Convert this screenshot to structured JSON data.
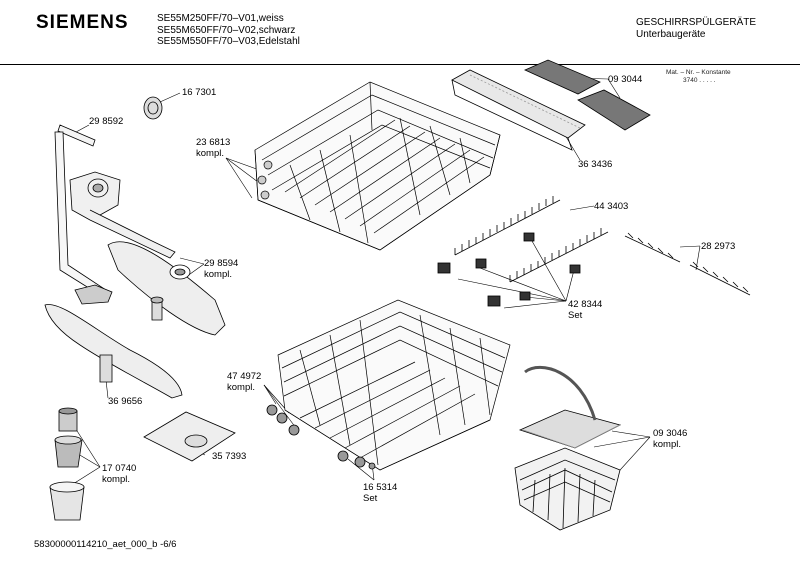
{
  "header": {
    "brand": "SIEMENS",
    "models": [
      "SE55M250FF/70–V01,weiss",
      "SE55M650FF/70–V02,schwarz",
      "SE55M550FF/70–V03,Edelstahl"
    ],
    "category": "GESCHIRRSPÜLGERÄTE",
    "subcategory": "Unterbaugeräte"
  },
  "constants": {
    "label": "Mat. – Nr. – Konstante",
    "value": "3740  .  .  .  .  ."
  },
  "parts": [
    {
      "number": "16 7301",
      "note": ""
    },
    {
      "number": "29 8592",
      "note": ""
    },
    {
      "number": "23 6813",
      "note": "kompl."
    },
    {
      "number": "09 3044",
      "note": ""
    },
    {
      "number": "36 3436",
      "note": ""
    },
    {
      "number": "44 3403",
      "note": ""
    },
    {
      "number": "28 2973",
      "note": ""
    },
    {
      "number": "29 8594",
      "note": "kompl."
    },
    {
      "number": "42 8344",
      "note": "Set"
    },
    {
      "number": "47 4972",
      "note": "kompl."
    },
    {
      "number": "36 9656",
      "note": ""
    },
    {
      "number": "35 7393",
      "note": ""
    },
    {
      "number": "09 3046",
      "note": "kompl."
    },
    {
      "number": "17 0740",
      "note": "kompl."
    },
    {
      "number": "16 5314",
      "note": "Set"
    }
  ],
  "footer": "58300000114210_aet_000_b -6/6"
}
